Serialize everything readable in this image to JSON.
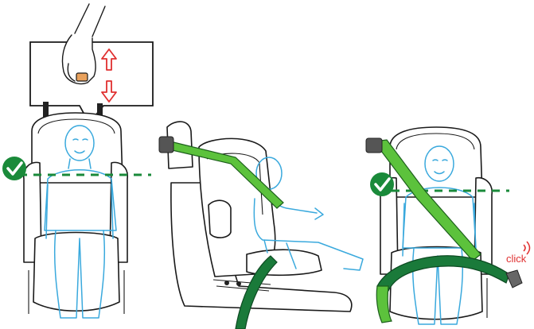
{
  "panels": [
    {
      "id": "headrest-adjust",
      "check": true,
      "arrows": [
        "up",
        "down"
      ]
    },
    {
      "id": "side-view-install"
    },
    {
      "id": "belt-routing",
      "check": true,
      "sound_label": "click"
    }
  ],
  "colors": {
    "child_outline": "#3aa9dd",
    "check_green": "#1a8a3a",
    "belt_light": "#5cc23c",
    "belt_dark": "#1a7a3a",
    "arrow_red": "#e03030",
    "click_red": "#e03030"
  },
  "icons": [
    "check-icon",
    "arrow-up-icon",
    "arrow-down-icon",
    "click-sound-icon"
  ]
}
